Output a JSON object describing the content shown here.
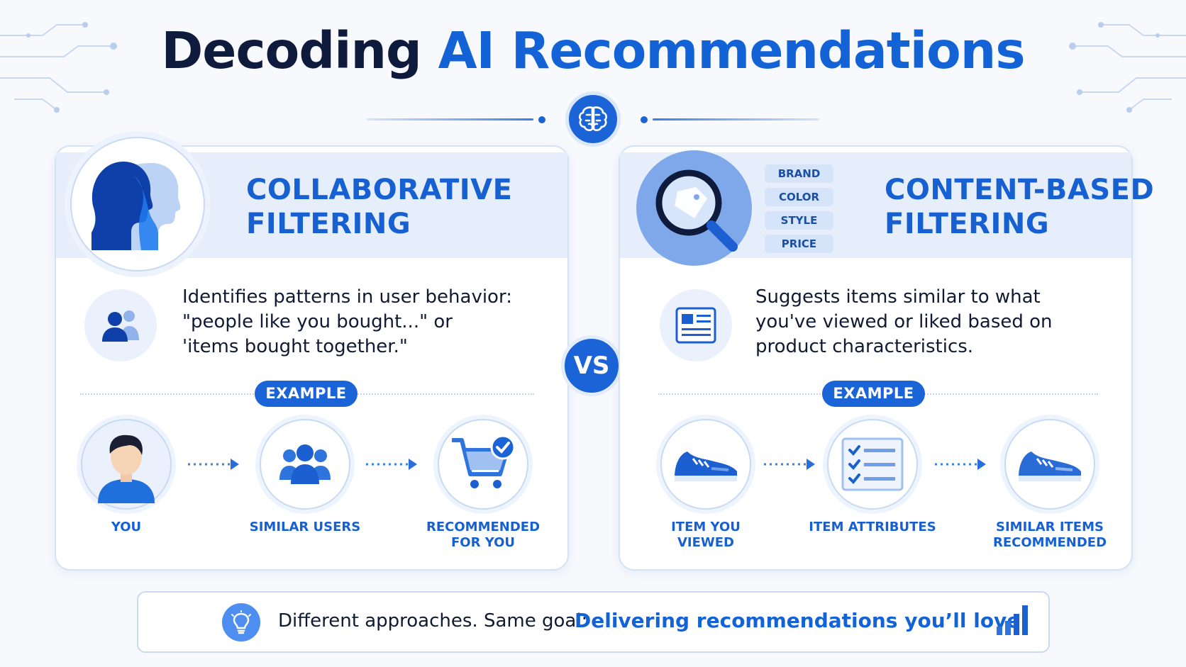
{
  "title": {
    "part1": "Decoding",
    "part2": "AI Recommendations"
  },
  "left_panel": {
    "title_line1": "COLLABORATIVE",
    "title_line2": "FILTERING",
    "description": [
      "Identifies patterns in user behavior:",
      "\"people like you bought...\" or",
      "'items bought together.\""
    ],
    "example_label": "EXAMPLE",
    "steps": [
      {
        "label": "YOU",
        "icon": "user-avatar-icon"
      },
      {
        "label": "SIMILAR USERS",
        "icon": "users-group-icon"
      },
      {
        "label": "RECOMMENDED\nFOR YOU",
        "label_line1": "RECOMMENDED",
        "label_line2": "FOR YOU",
        "icon": "cart-check-icon"
      }
    ]
  },
  "vs_label": "VS",
  "right_panel": {
    "title_line1": "CONTENT-BASED",
    "title_line2": "FILTERING",
    "attributes": [
      "BRAND",
      "COLOR",
      "STYLE",
      "PRICE"
    ],
    "description": [
      "Suggests items similar to what",
      "you've viewed or liked based on",
      "product characteristics."
    ],
    "example_label": "EXAMPLE",
    "steps": [
      {
        "label_line1": "ITEM YOU",
        "label_line2": "VIEWED",
        "icon": "sneaker-icon"
      },
      {
        "label_line1": "ITEM ATTRIBUTES",
        "label_line2": "",
        "icon": "checklist-icon"
      },
      {
        "label_line1": "SIMILAR ITEMS",
        "label_line2": "RECOMMENDED",
        "icon": "sneaker-icon"
      }
    ]
  },
  "footer": {
    "text": "Different approaches. Same goal:",
    "accent": "Delivering recommendations you’ll love."
  },
  "colors": {
    "primary": "#1b64d8",
    "accent_text": "#1463d6",
    "dark": "#0f1b3d",
    "band": "#e6eefb"
  }
}
